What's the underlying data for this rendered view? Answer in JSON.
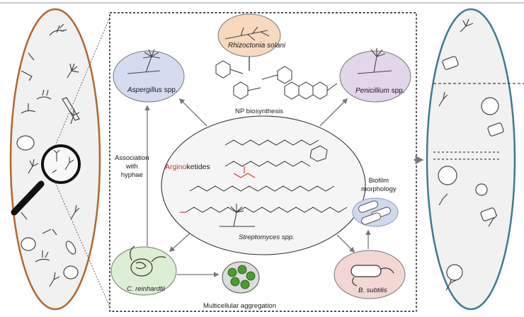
{
  "organisms": {
    "rhizoctonia": "Rhizoctonia solani",
    "aspergillus_genus": "Aspergillus",
    "aspergillus_suffix": " spp.",
    "penicillium_genus": "Penicillium",
    "penicillium_suffix": " spp.",
    "streptomyces": "Streptomyces spp.",
    "chlamydomonas": "C. reinhardtii",
    "bacillus": "B. subtilis"
  },
  "labels": {
    "np_biosynthesis": "NP biosynthesis",
    "association_line1": "Association",
    "association_line2": "with",
    "association_line3": "hyphae",
    "biofilm_line1": "Biofilm",
    "biofilm_line2": "morphology",
    "multicellular": "Multicellular aggregation",
    "arginoketides_highlight": "Argino",
    "arginoketides_rest": "ketides"
  },
  "colors": {
    "orange_oval_stroke": "#b5652c",
    "blue_oval_stroke": "#3e7a93",
    "rhizoctonia_fill": "#f8d9bf",
    "aspergillus_fill": "#d5dcf0",
    "penicillium_fill": "#e3d6ea",
    "chlamydomonas_fill": "#dcefd4",
    "bacillus_fill": "#f3d7d3",
    "arginine_red": "#d0302b",
    "algae_green": "#4b9b2e"
  }
}
